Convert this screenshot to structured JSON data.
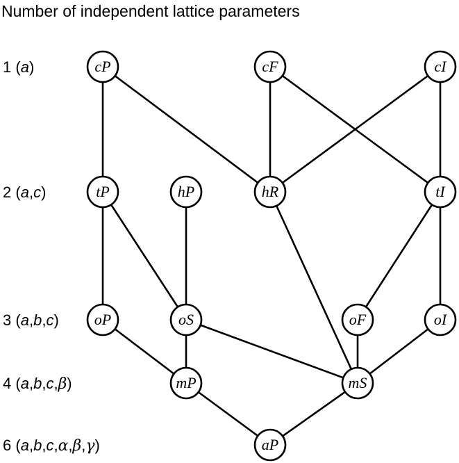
{
  "title": "Number of independent lattice parameters",
  "rows": [
    {
      "id": "r1",
      "num": "1",
      "params": [
        {
          "t": "a",
          "g": false
        }
      ]
    },
    {
      "id": "r2",
      "num": "2",
      "params": [
        {
          "t": "a",
          "g": false
        },
        {
          "t": "c",
          "g": false
        }
      ]
    },
    {
      "id": "r3",
      "num": "3",
      "params": [
        {
          "t": "a",
          "g": false
        },
        {
          "t": "b",
          "g": false
        },
        {
          "t": "c",
          "g": false
        }
      ]
    },
    {
      "id": "r4",
      "num": "4",
      "params": [
        {
          "t": "a",
          "g": false
        },
        {
          "t": "b",
          "g": false
        },
        {
          "t": "c",
          "g": false
        },
        {
          "t": "β",
          "g": true
        }
      ]
    },
    {
      "id": "r6",
      "num": "6",
      "params": [
        {
          "t": "a",
          "g": false
        },
        {
          "t": "b",
          "g": false
        },
        {
          "t": "c",
          "g": false
        },
        {
          "t": "α",
          "g": true
        },
        {
          "t": "β",
          "g": true
        },
        {
          "t": "γ",
          "g": true
        }
      ]
    }
  ],
  "nodes": [
    {
      "id": "cP",
      "label": "cP",
      "row": "r1"
    },
    {
      "id": "cF",
      "label": "cF",
      "row": "r1"
    },
    {
      "id": "cI",
      "label": "cI",
      "row": "r1"
    },
    {
      "id": "tP",
      "label": "tP",
      "row": "r2"
    },
    {
      "id": "hP",
      "label": "hP",
      "row": "r2"
    },
    {
      "id": "hR",
      "label": "hR",
      "row": "r2"
    },
    {
      "id": "tI",
      "label": "tI",
      "row": "r2"
    },
    {
      "id": "oP",
      "label": "oP",
      "row": "r3"
    },
    {
      "id": "oS",
      "label": "oS",
      "row": "r3"
    },
    {
      "id": "oF",
      "label": "oF",
      "row": "r3"
    },
    {
      "id": "oI",
      "label": "oI",
      "row": "r3"
    },
    {
      "id": "mP",
      "label": "mP",
      "row": "r4"
    },
    {
      "id": "mS",
      "label": "mS",
      "row": "r4"
    },
    {
      "id": "aP",
      "label": "aP",
      "row": "r6"
    }
  ],
  "edges": [
    [
      "cP",
      "tP"
    ],
    [
      "cP",
      "hR"
    ],
    [
      "cF",
      "hR"
    ],
    [
      "cF",
      "tI"
    ],
    [
      "cI",
      "hR"
    ],
    [
      "cI",
      "tI"
    ],
    [
      "tP",
      "oP"
    ],
    [
      "tP",
      "oS"
    ],
    [
      "hP",
      "oS"
    ],
    [
      "hR",
      "mS"
    ],
    [
      "tI",
      "oF"
    ],
    [
      "tI",
      "oI"
    ],
    [
      "oP",
      "mP"
    ],
    [
      "oS",
      "mP"
    ],
    [
      "oS",
      "mS"
    ],
    [
      "oF",
      "mS"
    ],
    [
      "oI",
      "mS"
    ],
    [
      "mP",
      "aP"
    ],
    [
      "mS",
      "aP"
    ]
  ]
}
